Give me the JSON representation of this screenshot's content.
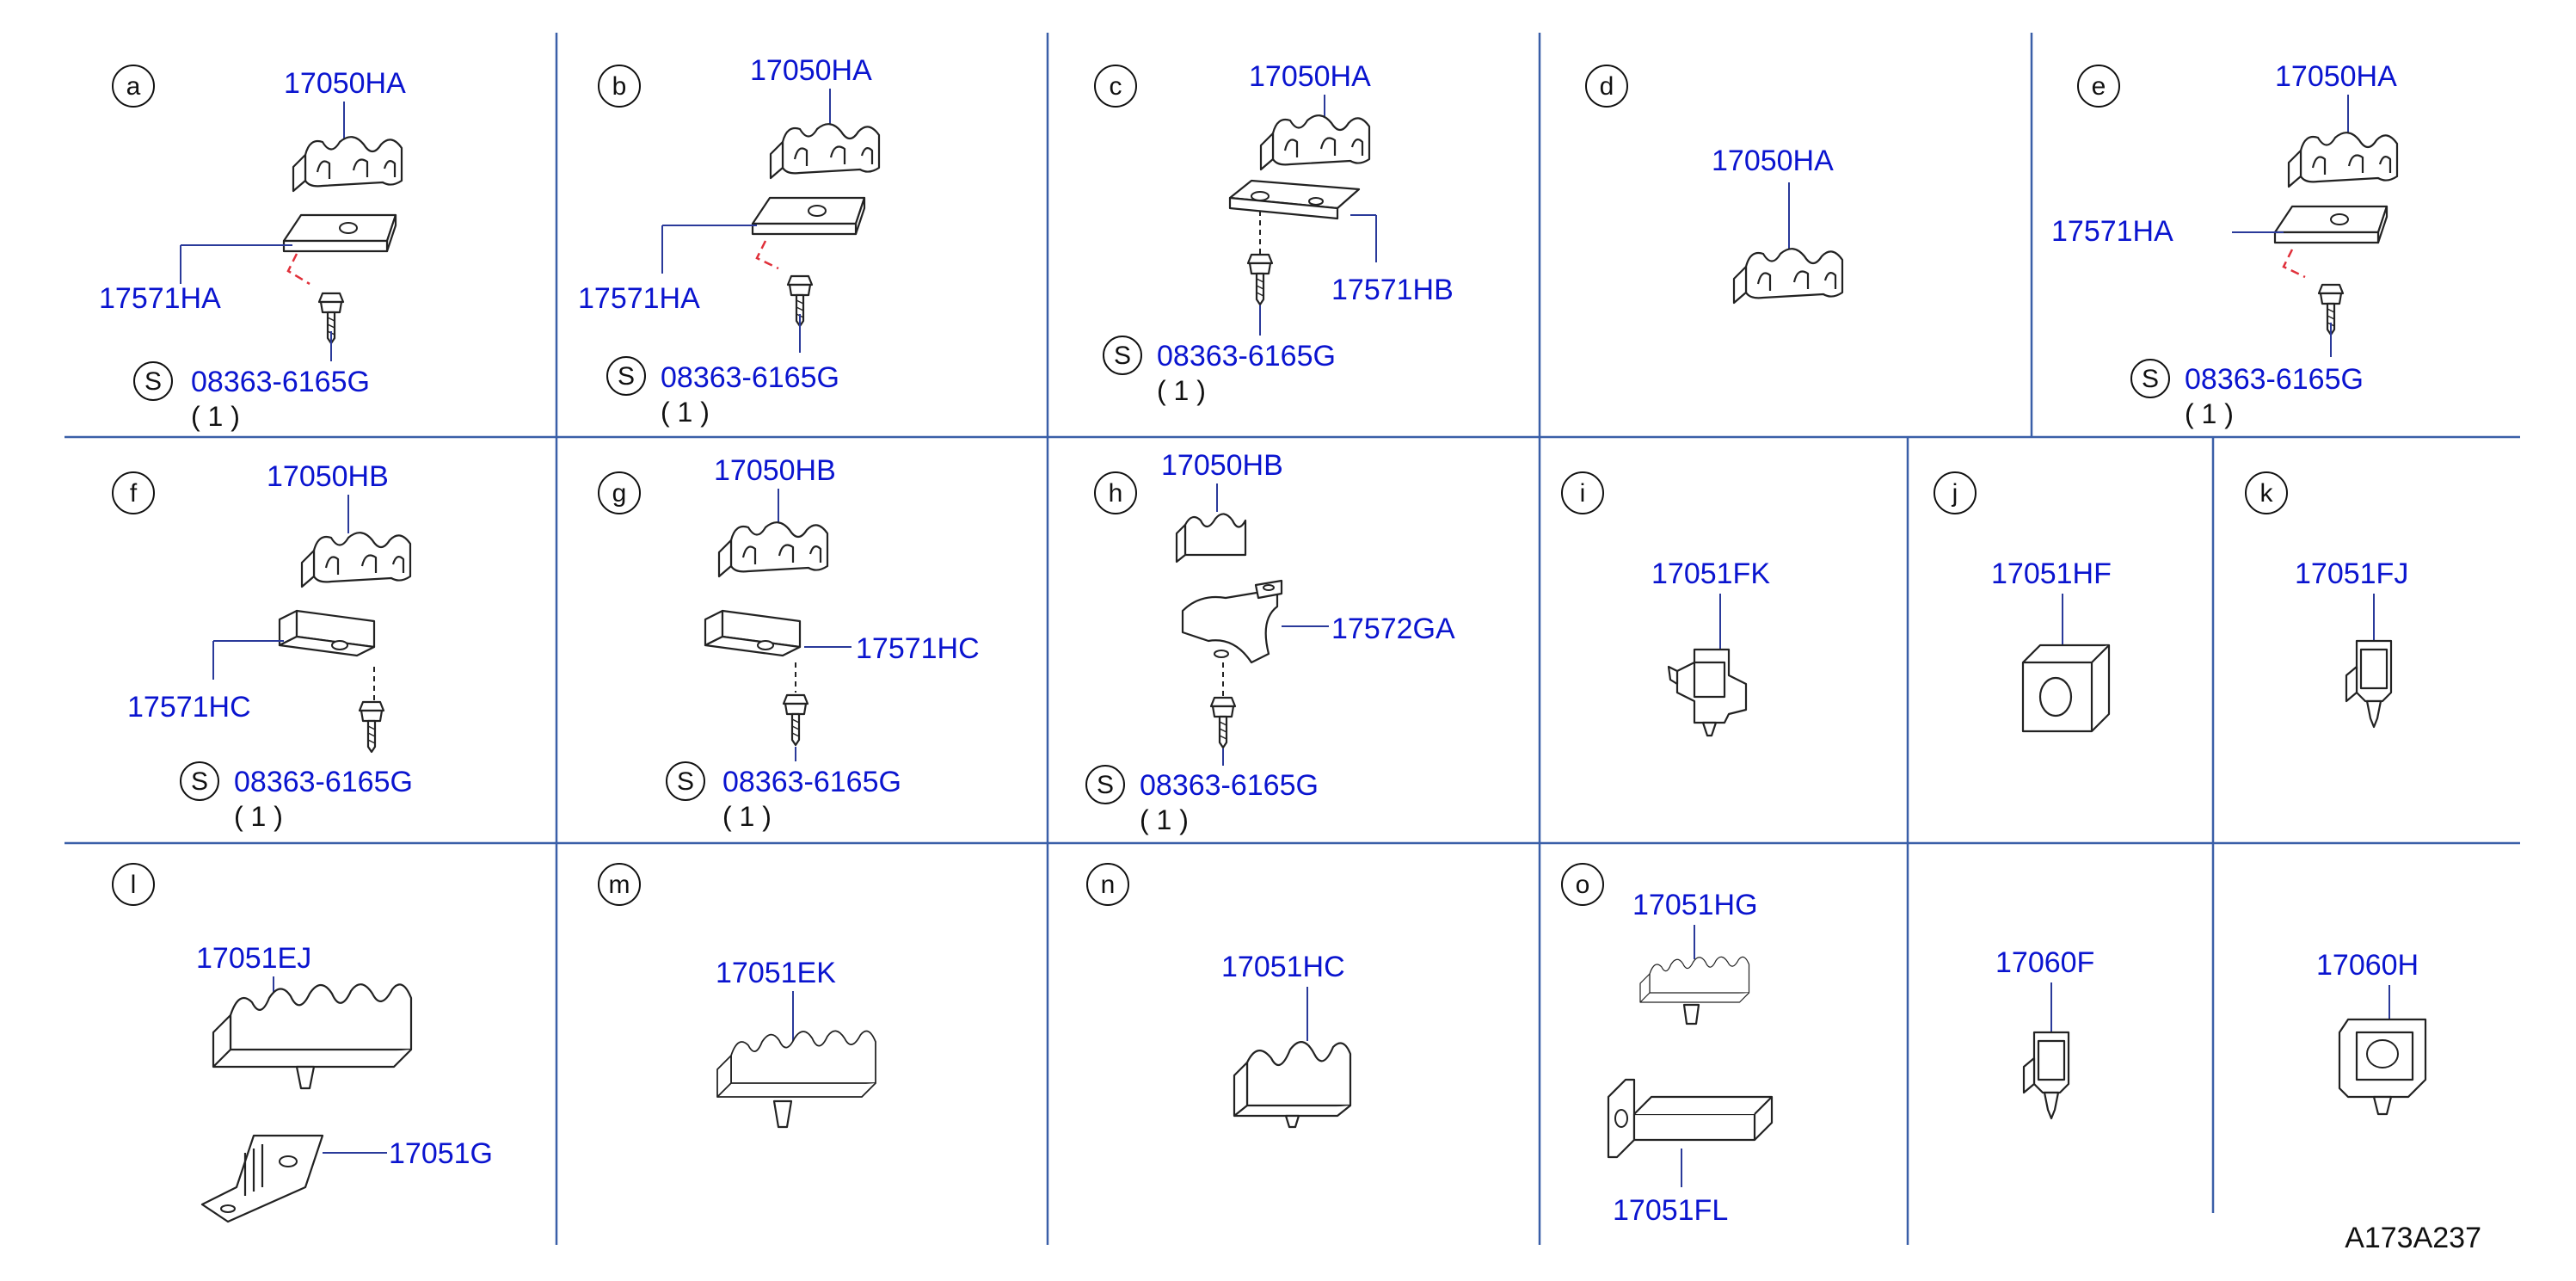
{
  "diagram_id": "A173A237",
  "qty_label": "( 1 )",
  "symbol_s": "S",
  "cells": {
    "a": {
      "letter": "a",
      "clip": "17050HA",
      "bracket": "17571HA",
      "bolt": "08363-6165G",
      "qty": "( 1 )"
    },
    "b": {
      "letter": "b",
      "clip": "17050HA",
      "bracket": "17571HA",
      "bolt": "08363-6165G",
      "qty": "( 1 )"
    },
    "c": {
      "letter": "c",
      "clip": "17050HA",
      "bracket": "17571HB",
      "bolt": "08363-6165G",
      "qty": "( 1 )"
    },
    "d": {
      "letter": "d",
      "clip": "17050HA"
    },
    "e": {
      "letter": "e",
      "clip": "17050HA",
      "bracket": "17571HA",
      "bolt": "08363-6165G",
      "qty": "( 1 )"
    },
    "f": {
      "letter": "f",
      "clip": "17050HB",
      "bracket": "17571HC",
      "bolt": "08363-6165G",
      "qty": "( 1 )"
    },
    "g": {
      "letter": "g",
      "clip": "17050HB",
      "bracket": "17571HC",
      "bolt": "08363-6165G",
      "qty": "( 1 )"
    },
    "h": {
      "letter": "h",
      "clip": "17050HB",
      "bracket": "17572GA",
      "bolt": "08363-6165G",
      "qty": "( 1 )"
    },
    "i": {
      "letter": "i",
      "clip": "17051FK"
    },
    "j": {
      "letter": "j",
      "clip": "17051HF"
    },
    "k": {
      "letter": "k",
      "clip": "17051FJ"
    },
    "l": {
      "letter": "l",
      "clip": "17051EJ",
      "bracket": "17051G"
    },
    "m": {
      "letter": "m",
      "clip": "17051EK"
    },
    "n": {
      "letter": "n",
      "clip": "17051HC"
    },
    "o": {
      "letter": "o",
      "clip": "17051HG",
      "bracket": "17051FL"
    },
    "p": {
      "clip": "17060F"
    },
    "q": {
      "clip": "17060H"
    }
  }
}
